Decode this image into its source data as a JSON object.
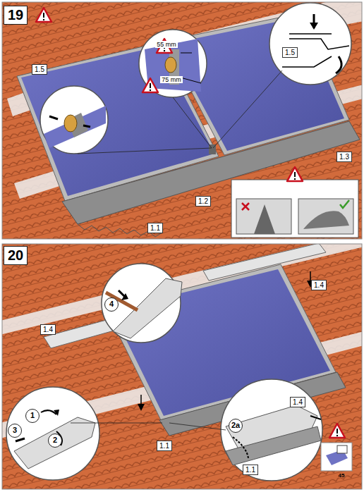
{
  "diagram": {
    "nodes": [
      {
        "text": [
          "19"
        ]
      },
      {
        "text": [
          "1.5"
        ]
      },
      {
        "text": [
          "1.5"
        ]
      },
      {
        "text": [
          "1.3"
        ]
      },
      {
        "text": [
          "1.2"
        ]
      },
      {
        "text": [
          "1.1"
        ]
      },
      {
        "text": [
          "20"
        ]
      },
      {
        "text": [
          "4"
        ]
      },
      {
        "text": [
          "1.4"
        ]
      },
      {
        "text": [
          "1.4"
        ]
      },
      {
        "text": [
          "1"
        ]
      },
      {
        "text": [
          "3"
        ]
      },
      {
        "text": [
          "2"
        ]
      },
      {
        "text": [
          "2a"
        ]
      },
      {
        "text": [
          "1.4"
        ]
      },
      {
        "text": [
          "1.1"
        ]
      },
      {
        "text": [
          "1.1"
        ]
      }
    ],
    "labels": [
      "55 mm",
      "75 mm",
      "45"
    ]
  }
}
